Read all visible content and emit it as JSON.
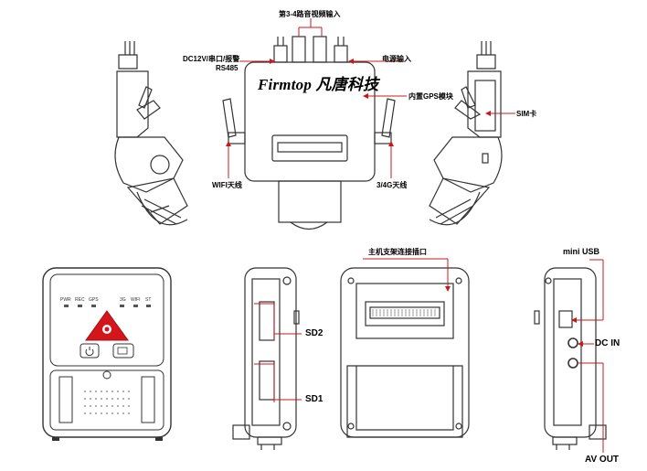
{
  "labels": {
    "inputs_34": "第3-4路音视频输入",
    "dc12v": "DC12V/串口/报警",
    "rs485": "RS485",
    "power_input": "电源输入",
    "brand": "Firmtop 凡唐科技",
    "gps_module": "内置GPS模块",
    "sim_card": "SIM卡",
    "wifi_antenna": "WIFI天线",
    "g4_antenna": "3/4G天线",
    "mount_port": "主机支架连接插口",
    "mini_usb": "mini USB",
    "sd2": "SD2",
    "sd1": "SD1",
    "dc_in": "DC IN",
    "av_out": "AV OUT"
  },
  "front_panel": {
    "indicators": [
      "PWR",
      "REC",
      "GPS",
      "3G",
      "WIFI",
      "ST"
    ]
  },
  "colors": {
    "callout_red": "#c8181e",
    "outline": "#333333",
    "panel_dark": "#3a3a3a",
    "alarm_red": "#d4161c"
  },
  "icons": [
    "power-icon",
    "alarm-icon",
    "camera-switch-icon",
    "speaker-grille"
  ]
}
